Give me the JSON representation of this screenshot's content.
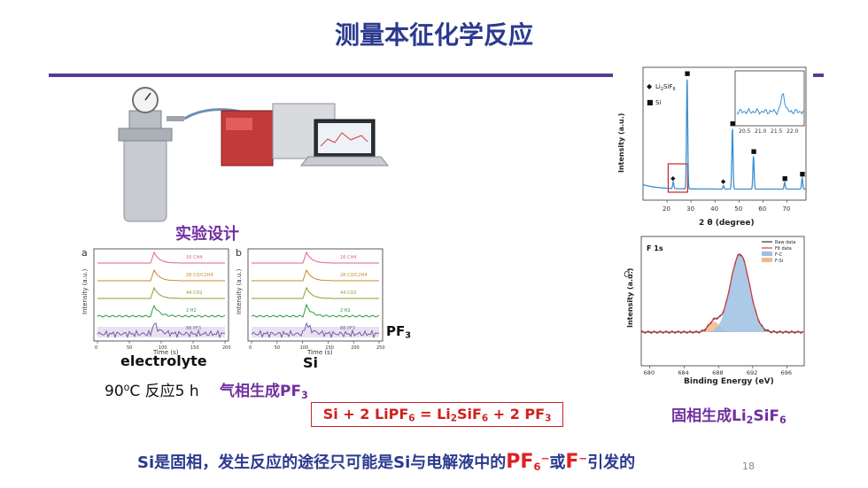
{
  "title": "测量本征化学反应",
  "labels": {
    "experiment_design": "实验设计",
    "electrolyte": "electrolyte",
    "si": "Si",
    "pf3": "PF",
    "pf3_sub": "3",
    "conditions_pre": "90",
    "conditions_sup": "o",
    "conditions_post": "C 反应5 h",
    "gas_phase_pre": "气相生成PF",
    "gas_phase_sub": "3",
    "solid_phase_pre": "固相生成Li",
    "solid_phase_sub2": "2",
    "solid_phase_mid": "SiF",
    "solid_phase_sub6": "6"
  },
  "equation": {
    "p1": "Si + 2 LiPF",
    "s1": "6",
    "p2": " = Li",
    "s2": "2",
    "p3": "SiF",
    "s3": "6",
    "p4": " + 2 PF",
    "s4": "3"
  },
  "footer": {
    "p1": "Si是固相，发生反应的途径只可能是Si与电解液中的",
    "pf": "PF",
    "pf_sub": "6",
    "sup_minus1": "−",
    "or": "或",
    "f": "F",
    "sup_minus2": "−",
    "p2": "引发的",
    "page_number": "18"
  },
  "ms_panels": [
    {
      "panel_label": "a",
      "xlabel": "Time (s)",
      "ylabel": "Intensity (a.u.)",
      "xticks": [
        "0",
        "50",
        "100",
        "150",
        "200"
      ],
      "traces": [
        {
          "label": "16 CH4",
          "color": "#e0608a"
        },
        {
          "label": "28 CO/C2H4",
          "color": "#c8892b"
        },
        {
          "label": "44 CO2",
          "color": "#8aa02c"
        },
        {
          "label": "2 H2",
          "color": "#2f9a3f"
        },
        {
          "label": "88 PF3",
          "color": "#7a5aa0"
        }
      ]
    },
    {
      "panel_label": "b",
      "xlabel": "Time (s)",
      "ylabel": "Intensity (a.u.)",
      "xticks": [
        "0",
        "50",
        "100",
        "150",
        "200",
        "250"
      ],
      "traces": [
        {
          "label": "16 CH4",
          "color": "#e0608a"
        },
        {
          "label": "28 CO/C2H4",
          "color": "#c8892b"
        },
        {
          "label": "44 CO2",
          "color": "#8aa02c"
        },
        {
          "label": "2 H2",
          "color": "#2f9a3f"
        },
        {
          "label": "88 PF3",
          "color": "#7a5aa0"
        }
      ]
    }
  ],
  "chart_data": [
    {
      "type": "line",
      "panel": "XRD",
      "xlabel": "2 θ (degree)",
      "ylabel": "Intensity (a.u.)",
      "xlim": [
        10,
        78
      ],
      "xticks": [
        20,
        30,
        40,
        50,
        60,
        70
      ],
      "legend": [
        "Li2SiF6",
        "Si"
      ],
      "peaks": [
        {
          "x": 22.6,
          "y": 0.06,
          "phase": "Li2SiF6"
        },
        {
          "x": 28.4,
          "y": 1.0,
          "phase": "Si"
        },
        {
          "x": 43.6,
          "y": 0.03,
          "phase": "Li2SiF6"
        },
        {
          "x": 47.3,
          "y": 0.55,
          "phase": "Si"
        },
        {
          "x": 56.1,
          "y": 0.3,
          "phase": "Si"
        },
        {
          "x": 69.1,
          "y": 0.06,
          "phase": "Si"
        },
        {
          "x": 76.4,
          "y": 0.1,
          "phase": "Si"
        }
      ],
      "inset_xticks": [
        "20.5",
        "21.0",
        "21.5",
        "22.0"
      ]
    },
    {
      "type": "line",
      "panel": "d",
      "title": "F 1s",
      "xlabel": "Binding Energy (eV)",
      "ylabel": "Intensity (a.u.)",
      "xlim": [
        679,
        698
      ],
      "xticks": [
        680,
        684,
        688,
        692,
        696
      ],
      "series": [
        {
          "name": "Raw data",
          "color": "#333333"
        },
        {
          "name": "Fit data",
          "color": "#d04040"
        },
        {
          "name": "F-C",
          "color": "#9dc0e4",
          "center": 690.5
        },
        {
          "name": "F-Si",
          "color": "#f2b98a",
          "center": 687.5
        }
      ]
    }
  ]
}
